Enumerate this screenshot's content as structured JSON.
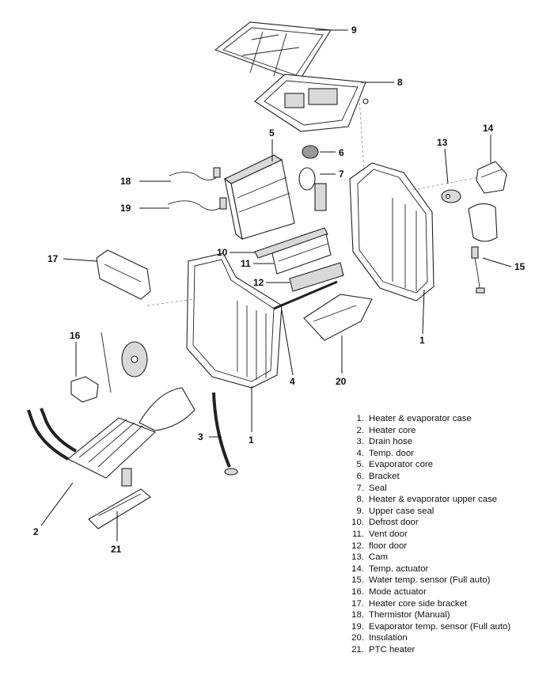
{
  "callouts": [
    {
      "id": "9",
      "label": "9"
    },
    {
      "id": "8",
      "label": "8"
    },
    {
      "id": "5",
      "label": "5"
    },
    {
      "id": "6",
      "label": "6"
    },
    {
      "id": "7",
      "label": "7"
    },
    {
      "id": "13",
      "label": "13"
    },
    {
      "id": "14",
      "label": "14"
    },
    {
      "id": "18",
      "label": "18"
    },
    {
      "id": "19",
      "label": "19"
    },
    {
      "id": "10",
      "label": "10"
    },
    {
      "id": "11",
      "label": "11"
    },
    {
      "id": "12",
      "label": "12"
    },
    {
      "id": "17",
      "label": "17"
    },
    {
      "id": "15",
      "label": "15"
    },
    {
      "id": "16",
      "label": "16"
    },
    {
      "id": "4",
      "label": "4"
    },
    {
      "id": "20",
      "label": "20"
    },
    {
      "id": "1a",
      "label": "1"
    },
    {
      "id": "1b",
      "label": "1"
    },
    {
      "id": "3",
      "label": "3"
    },
    {
      "id": "2",
      "label": "2"
    },
    {
      "id": "21",
      "label": "21"
    }
  ],
  "legend": [
    {
      "num": "1.",
      "text": "Heater & evaporator case"
    },
    {
      "num": "2.",
      "text": "Heater core"
    },
    {
      "num": "3.",
      "text": "Drain hose"
    },
    {
      "num": "4.",
      "text": "Temp. door"
    },
    {
      "num": "5.",
      "text": "Evaporator core"
    },
    {
      "num": "6.",
      "text": "Bracket"
    },
    {
      "num": "7.",
      "text": "Seal"
    },
    {
      "num": "8.",
      "text": "Heater & evaporator upper case"
    },
    {
      "num": "9.",
      "text": "Upper case seal"
    },
    {
      "num": "10.",
      "text": "Defrost  door"
    },
    {
      "num": "11.",
      "text": "Vent door"
    },
    {
      "num": "12.",
      "text": "floor door"
    },
    {
      "num": "13.",
      "text": "Cam"
    },
    {
      "num": "14.",
      "text": "Temp. actuator"
    },
    {
      "num": "15.",
      "text": "Water temp. sensor (Full auto)"
    },
    {
      "num": "16.",
      "text": "Mode actuator"
    },
    {
      "num": "17.",
      "text": "Heater core side bracket"
    },
    {
      "num": "18.",
      "text": "Thermistor (Manual)"
    },
    {
      "num": "19.",
      "text": "Evaporator temp. sensor (Full auto)"
    },
    {
      "num": "20.",
      "text": "Insulation"
    },
    {
      "num": "21.",
      "text": "PTC heater"
    }
  ]
}
